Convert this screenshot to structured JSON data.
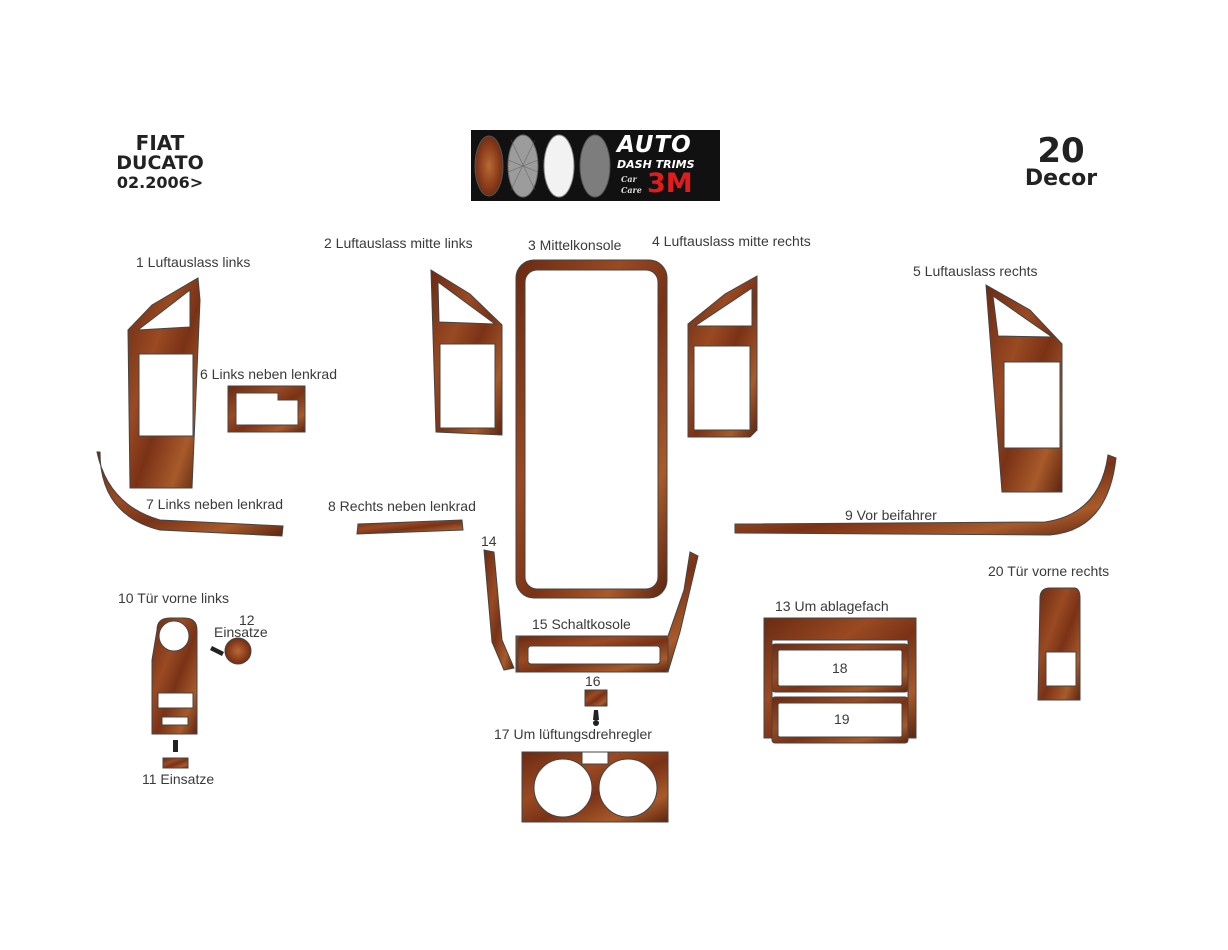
{
  "header": {
    "brand": "FIAT",
    "model": "DUCATO",
    "year": "02.2006>",
    "count": "20",
    "decor": "Decor"
  },
  "logo": {
    "line1": "AUTO",
    "line2": "DASH TRIMS",
    "line3": "Car",
    "line4": "Care",
    "line5": "3M"
  },
  "labels": {
    "p1": "1  Luftauslass links",
    "p2": "2  Luftauslass mitte links",
    "p3": "3  Mittelkonsole",
    "p4": "4  Luftauslass mitte rechts",
    "p5": "5  Luftauslass rechts",
    "p6": "6 Links neben lenkrad",
    "p7": "7  Links neben lenkrad",
    "p8": "8  Rechts neben lenkrad",
    "p9": "9  Vor beifahrer",
    "p10": "10 Tür vorne links",
    "p11": "11  Einsatze",
    "p12num": "12",
    "p12": "Einsatze",
    "p13": "13  Um ablagefach",
    "p14": "14",
    "p15": "15  Schaltkosole",
    "p16": "16",
    "p17": "17  Um lüftungsdrehregler",
    "p18": "18",
    "p19": "19",
    "p20": "20 Tür vorne rechts"
  },
  "colors": {
    "wood_dark": "#5c2410",
    "wood_mid": "#8a3b1a",
    "wood_light": "#b5672f",
    "outline": "#444444",
    "logo_red": "#e21c1c"
  }
}
